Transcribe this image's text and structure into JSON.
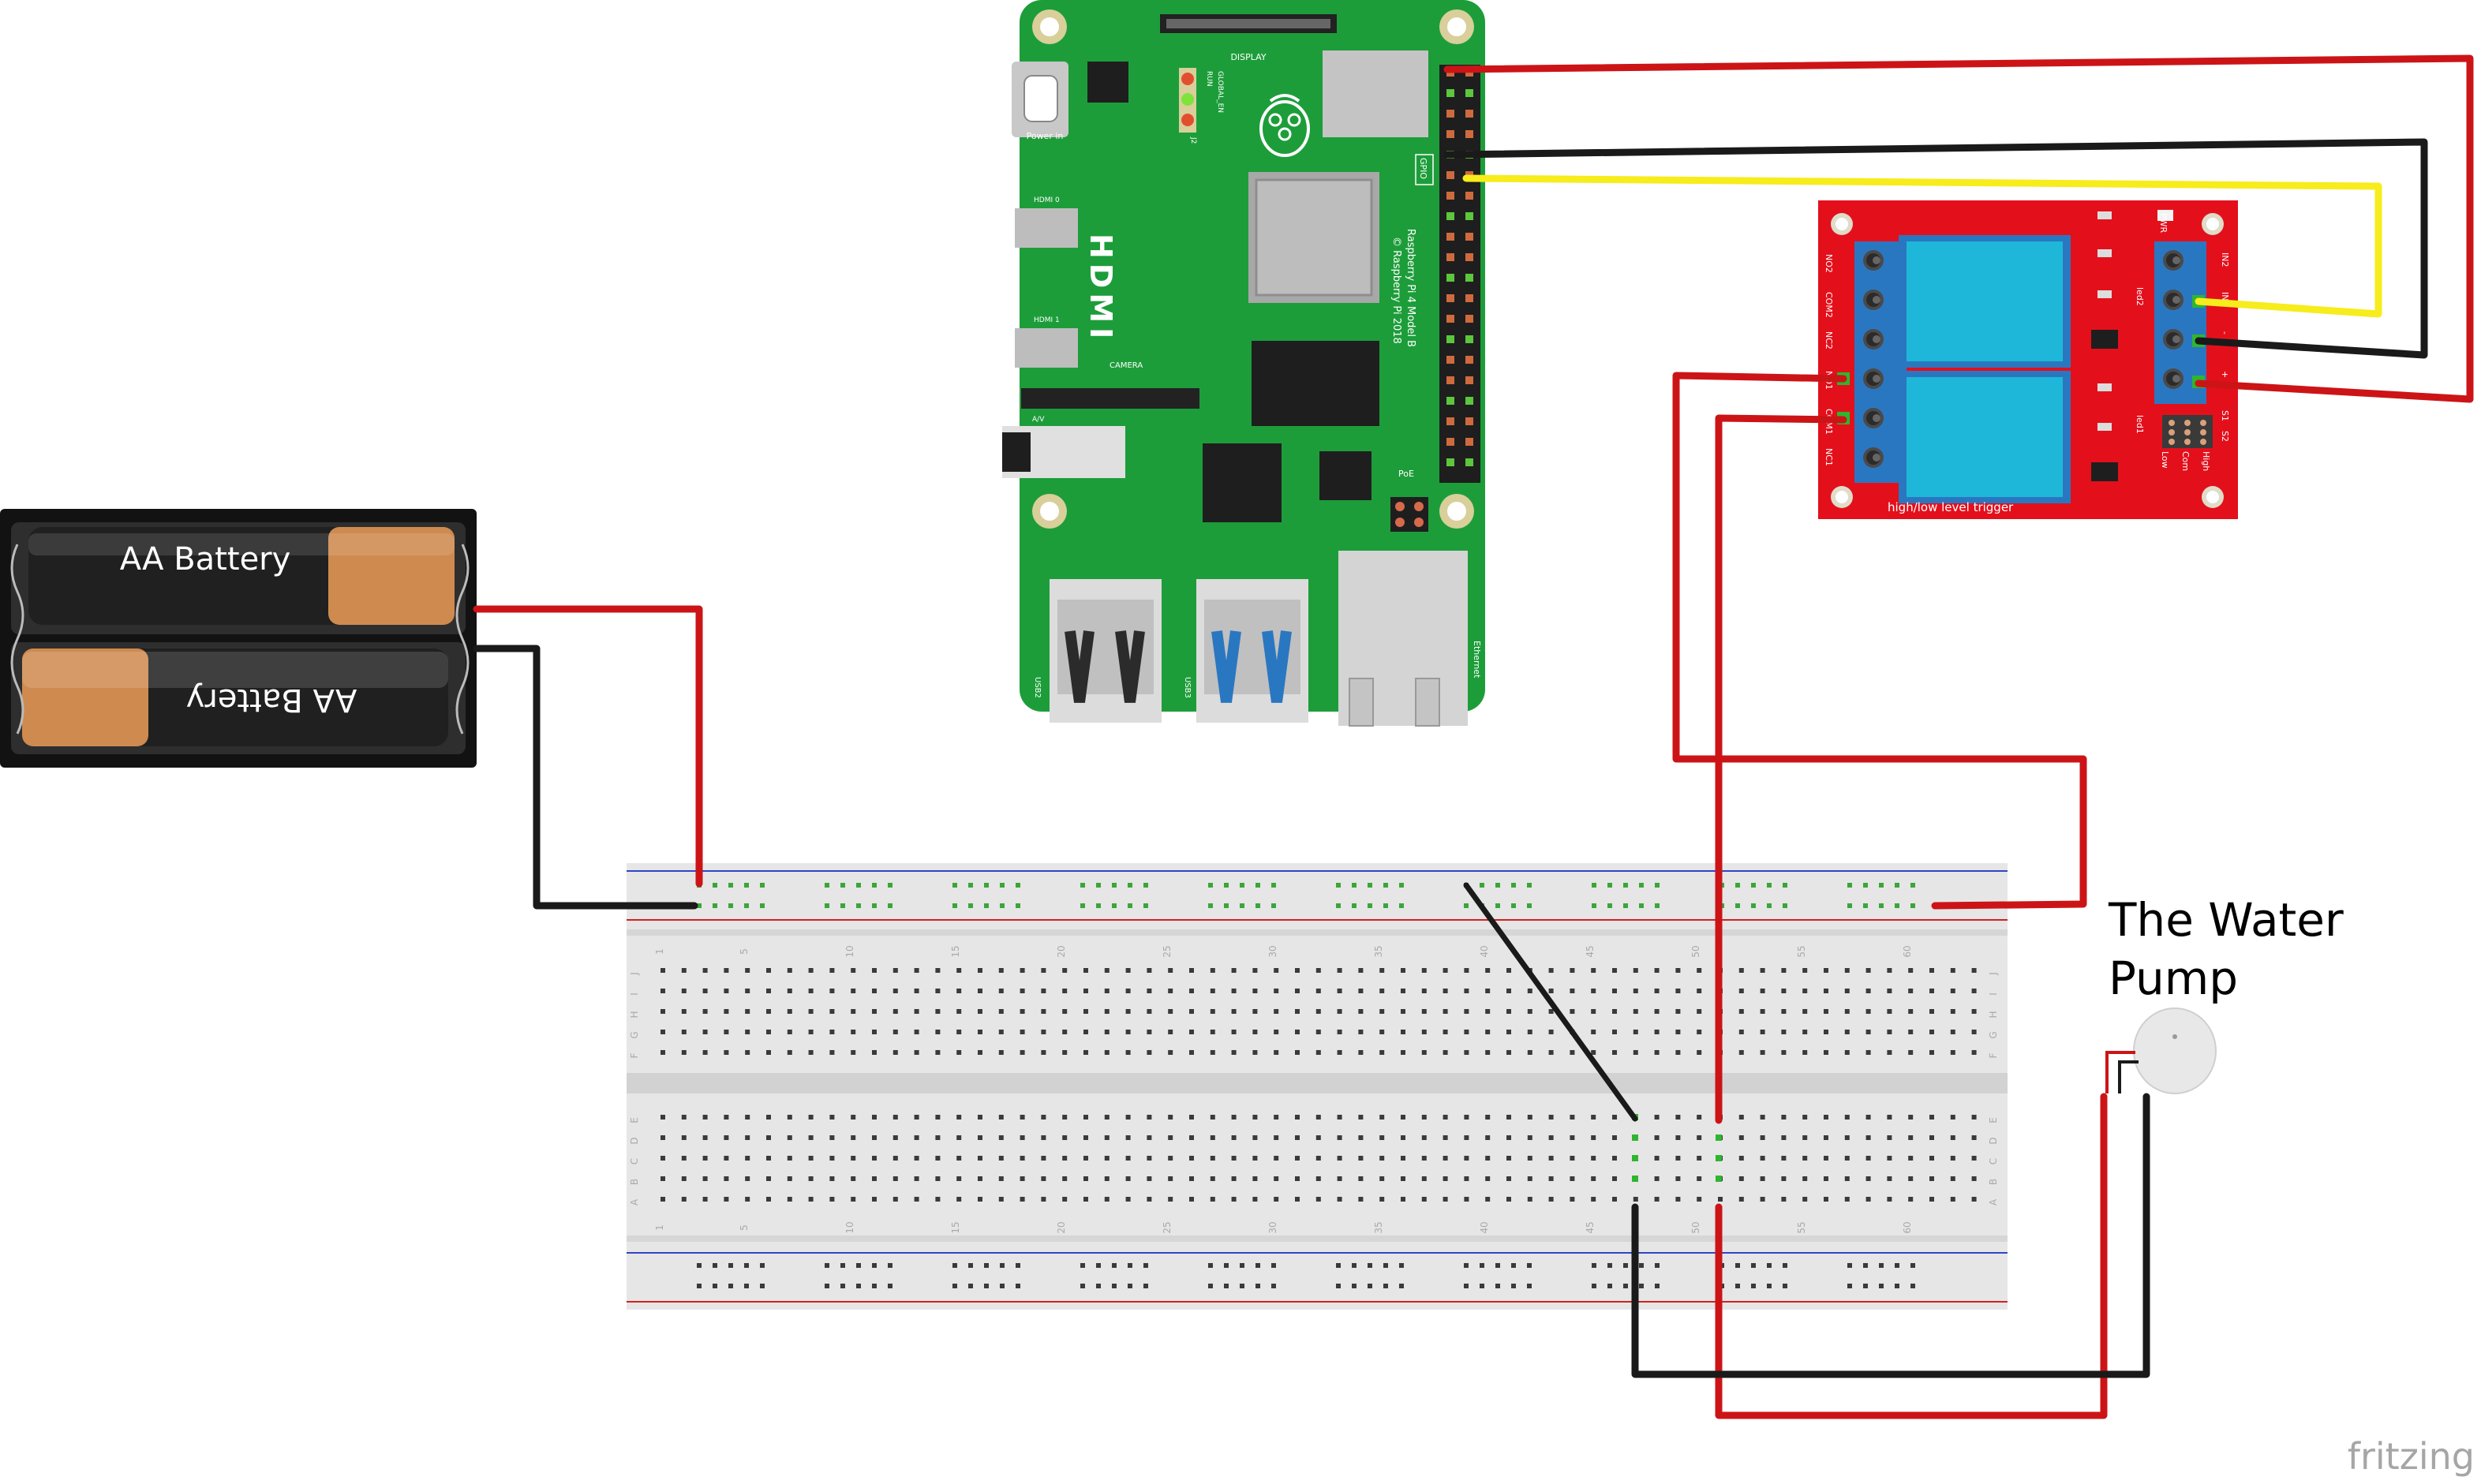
{
  "battery": {
    "label_top": "AA Battery",
    "label_bottom": "AA Battery"
  },
  "raspberry_pi": {
    "display": "DISPLAY",
    "power_in": "Power in",
    "hdmi": "HDMI",
    "hdmi0": "HDMI 0",
    "hdmi1": "HDMI 1",
    "camera": "CAMERA",
    "av": "A/V",
    "gpio": "GPIO",
    "poe": "PoE",
    "usb2": "USB2",
    "usb3": "USB3",
    "ethernet": "Ethernet",
    "led_labels": [
      "RUN",
      "GLOBAL_EN",
      "J2"
    ],
    "model_line1": "Raspberry Pi 4 Model B",
    "model_line2": "© Raspberry Pi 2018"
  },
  "relay": {
    "left_terminals": [
      "NO2",
      "COM2",
      "NC2",
      "NO1",
      "COM1",
      "NC1"
    ],
    "right_terminals": [
      "IN2",
      "IN1",
      "-",
      "+"
    ],
    "pwr": "PWR",
    "led2": "led2",
    "led1": "led1",
    "jumper_labels": [
      "Low",
      "Com",
      "High"
    ],
    "s_labels": [
      "S1",
      "S2"
    ],
    "trigger_label": "high/low level trigger"
  },
  "breadboard": {
    "column_numbers": [
      "1",
      "5",
      "10",
      "15",
      "20",
      "25",
      "30",
      "35",
      "40",
      "45",
      "50",
      "55",
      "60"
    ],
    "row_letters_top": [
      "J",
      "I",
      "H",
      "G",
      "F"
    ],
    "row_letters_bottom": [
      "E",
      "D",
      "C",
      "B",
      "A"
    ]
  },
  "pump": {
    "label_line1": "The Water",
    "label_line2": "Pump"
  },
  "watermark": "fritzing",
  "colors": {
    "pi_green": "#1d9d3a",
    "relay_red": "#e3101c",
    "relay_blue": "#2a77c1",
    "relay_cube": "#1fb7d9",
    "wire_red": "#cc1417",
    "wire_black": "#1a1a1a",
    "wire_yellow": "#f7ec1c",
    "board_gray": "#e6e6e6",
    "battery_body": "#303030",
    "battery_copper": "#d08a4e"
  }
}
